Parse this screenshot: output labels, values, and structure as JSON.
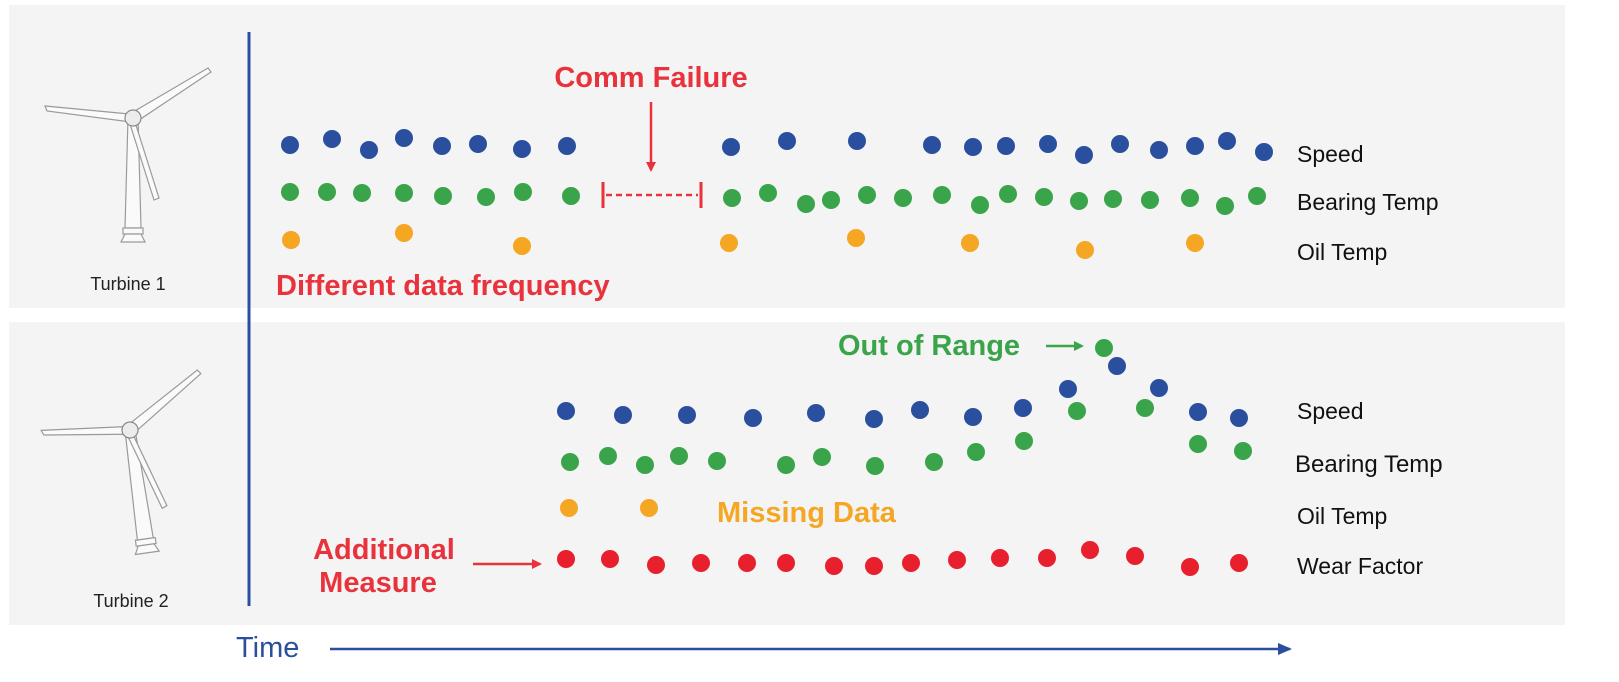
{
  "colors": {
    "speed": "#2a4f9e",
    "bearing": "#3aa44a",
    "oil": "#f5a623",
    "wear": "#e8202e",
    "accent_red": "#e8323c",
    "axis_blue": "#2a4f9e"
  },
  "icons": [
    "wind-turbine-icon"
  ],
  "turbines": [
    {
      "label": "Turbine 1",
      "series": [
        {
          "key": "speed",
          "label": "Speed"
        },
        {
          "key": "bearing",
          "label": "Bearing Temp"
        },
        {
          "key": "oil",
          "label": "Oil Temp"
        }
      ]
    },
    {
      "label": "Turbine 2",
      "series": [
        {
          "key": "speed",
          "label": "Speed"
        },
        {
          "key": "bearing",
          "label": "Bearing Temp"
        },
        {
          "key": "oil",
          "label": "Oil Temp"
        },
        {
          "key": "wear",
          "label": "Wear Factor"
        }
      ]
    }
  ],
  "annotations": {
    "comm_failure": "Comm Failure",
    "different_frequency": "Different data frequency",
    "out_of_range": "Out of Range",
    "missing_data": "Missing Data",
    "additional_measure_line1": "Additional",
    "additional_measure_line2": "Measure"
  },
  "axis": {
    "time_label": "Time"
  }
}
